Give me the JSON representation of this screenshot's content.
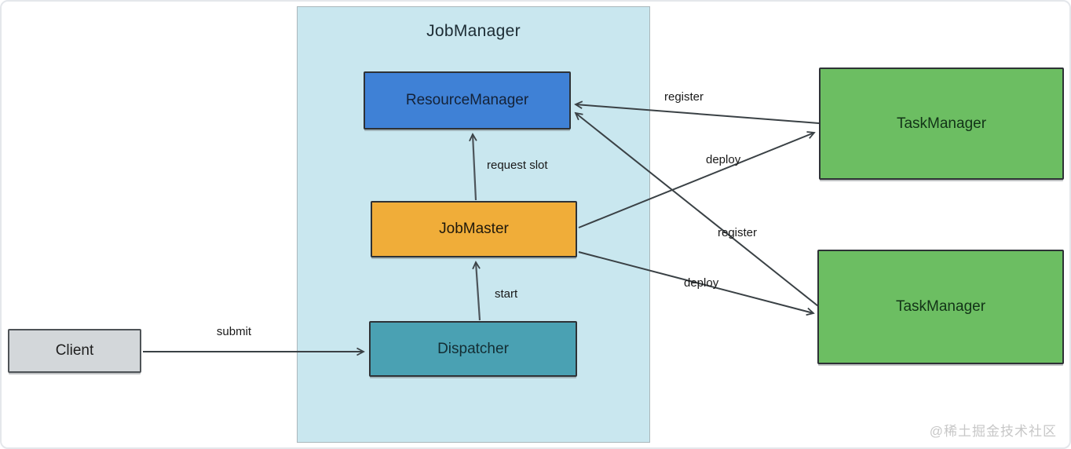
{
  "diagram": {
    "title": "JobManager",
    "nodes": {
      "client": "Client",
      "resource_manager": "ResourceManager",
      "job_master": "JobMaster",
      "dispatcher": "Dispatcher",
      "task_manager_top": "TaskManager",
      "task_manager_bottom": "TaskManager"
    },
    "edge_labels": {
      "submit": "submit",
      "start": "start",
      "request_slot": "request slot",
      "register_top": "register",
      "deploy_top": "deploy",
      "register_bottom": "register",
      "deploy_bottom": "deploy"
    },
    "colors": {
      "container_bg": "#c9e7ef",
      "resource_manager": "#3f81d6",
      "job_master": "#f0ad39",
      "dispatcher": "#4aa1b3",
      "client": "#d3d7da",
      "task_manager": "#6cbe62",
      "arrow": "#3a4145",
      "watermark": "#c7c7c7"
    },
    "watermark": "@稀土掘金技术社区"
  }
}
